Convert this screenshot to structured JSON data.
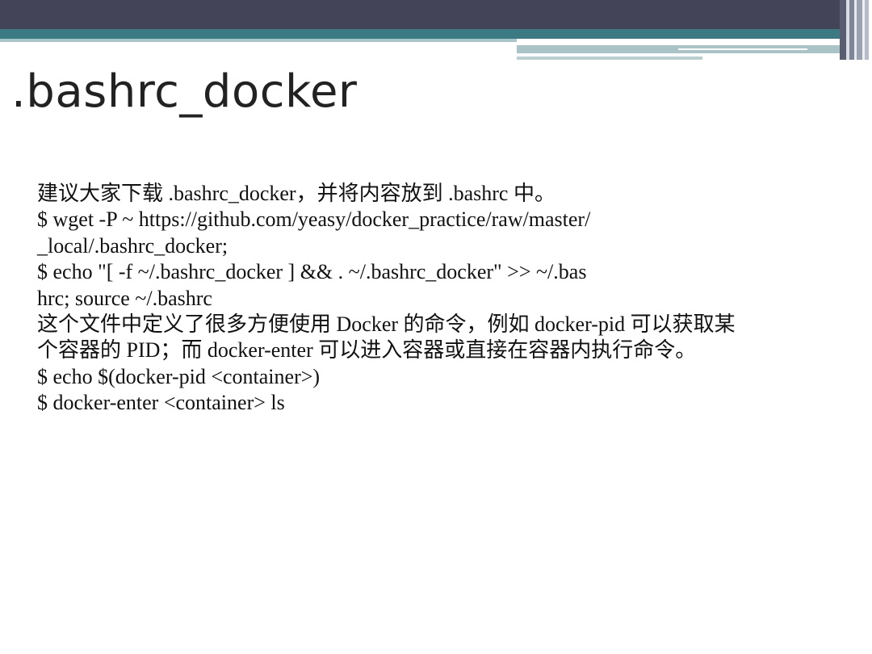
{
  "slide": {
    "title": ".bashrc_docker",
    "lines": [
      "建议大家下载 .bashrc_docker，并将内容放到 .bashrc 中。",
      "$ wget -P ~ https://github.com/yeasy/docker_practice/raw/master/",
      "_local/.bashrc_docker;",
      "$ echo \"[ -f ~/.bashrc_docker ] && . ~/.bashrc_docker\" >> ~/.bas",
      "hrc; source ~/.bashrc",
      "这个文件中定义了很多方便使用 Docker 的命令，例如 docker-pid 可以获取某",
      "个容器的 PID；而 docker-enter 可以进入容器或直接在容器内执行命令。",
      "$ echo $(docker-pid <container>)",
      "$ docker-enter <container> ls"
    ]
  },
  "theme": {
    "header_color": "#434458",
    "accent_color": "#3b7a82",
    "accent_light": "#a9c3c6",
    "text_color": "#111111"
  }
}
